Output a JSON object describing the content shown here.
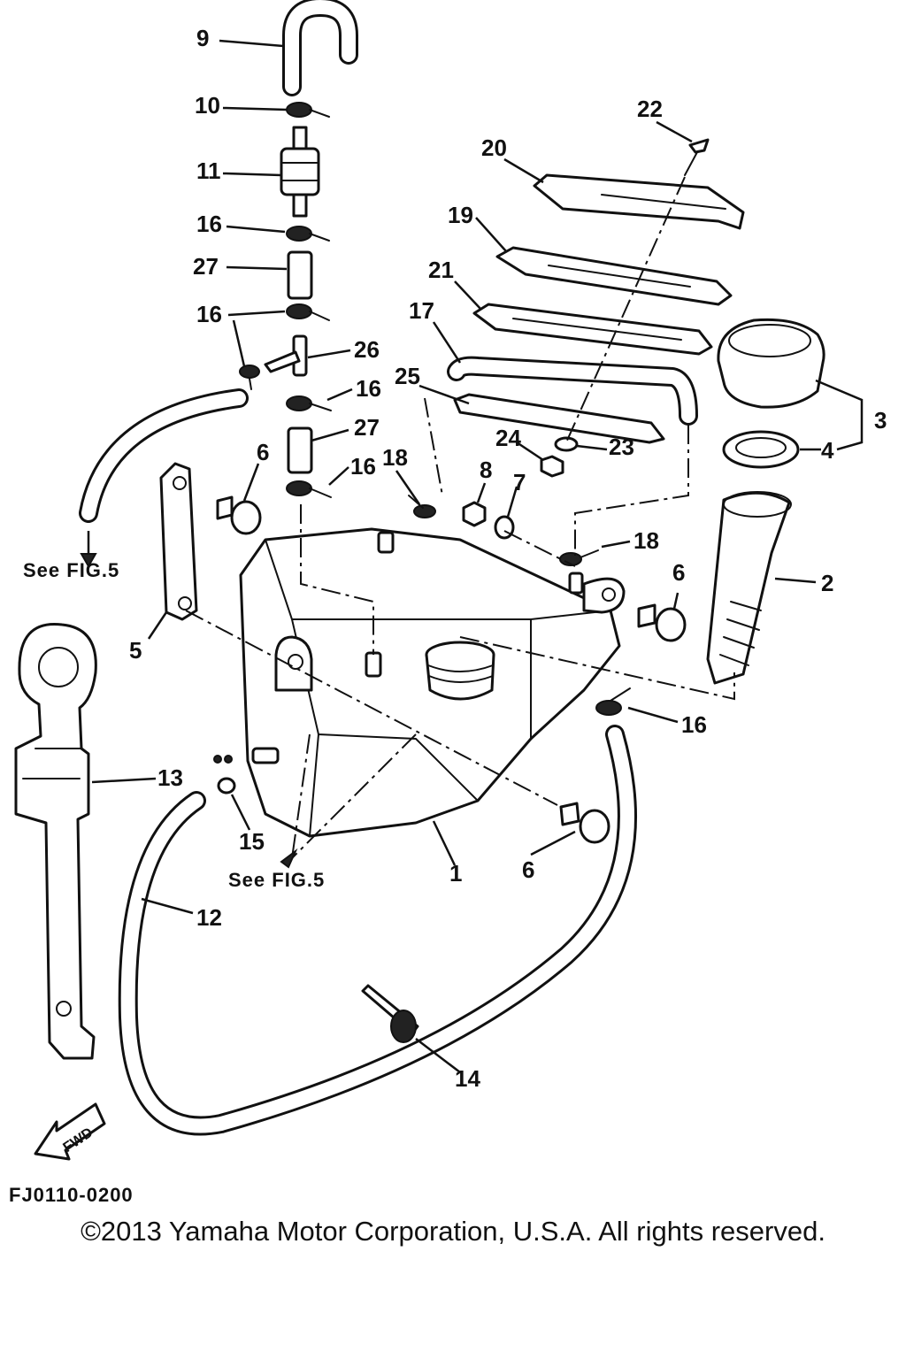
{
  "callouts": {
    "c1": "1",
    "c2": "2",
    "c3": "3",
    "c4": "4",
    "c5": "5",
    "c6": "6",
    "c7": "7",
    "c8": "8",
    "c9": "9",
    "c10": "10",
    "c11": "11",
    "c12": "12",
    "c13": "13",
    "c14": "14",
    "c15": "15",
    "c16": "16",
    "c17": "17",
    "c18": "18",
    "c19": "19",
    "c20": "20",
    "c21": "21",
    "c22": "22",
    "c23": "23",
    "c24": "24",
    "c25": "25",
    "c26": "26",
    "c27": "27"
  },
  "references": {
    "see_fig_left": "See FIG.5",
    "see_fig_bottom": "See FIG.5"
  },
  "fwd_label": "FWD",
  "diagram_code": "FJ0110-0200",
  "copyright": "©2013 Yamaha Motor Corporation, U.S.A. All rights reserved."
}
